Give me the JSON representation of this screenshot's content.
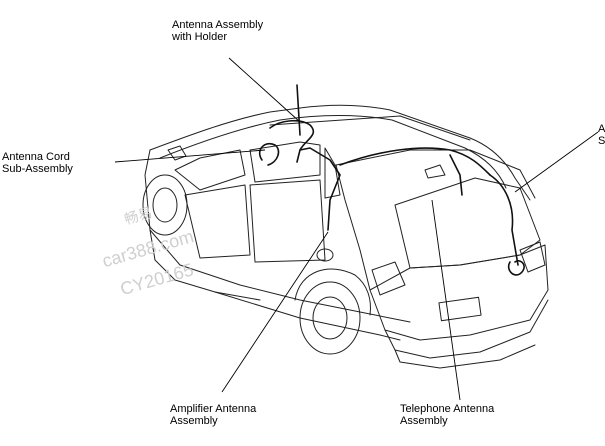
{
  "callouts": {
    "antenna_assembly_holder": {
      "line1": "Antenna Assembly",
      "line2": "with Holder"
    },
    "antenna_cord": {
      "line1": "Antenna Cord",
      "line2": "Sub-Assembly"
    },
    "right_cut": {
      "line1": "A",
      "line2": "S"
    },
    "amplifier_antenna": {
      "line1": "Amplifier Antenna",
      "line2": "Assembly"
    },
    "telephone_antenna": {
      "line1": "Telephone Antenna",
      "line2": "Assembly"
    }
  },
  "watermark": {
    "line1": "畅易",
    "line2": "car388.com",
    "line3": "CY20165"
  }
}
